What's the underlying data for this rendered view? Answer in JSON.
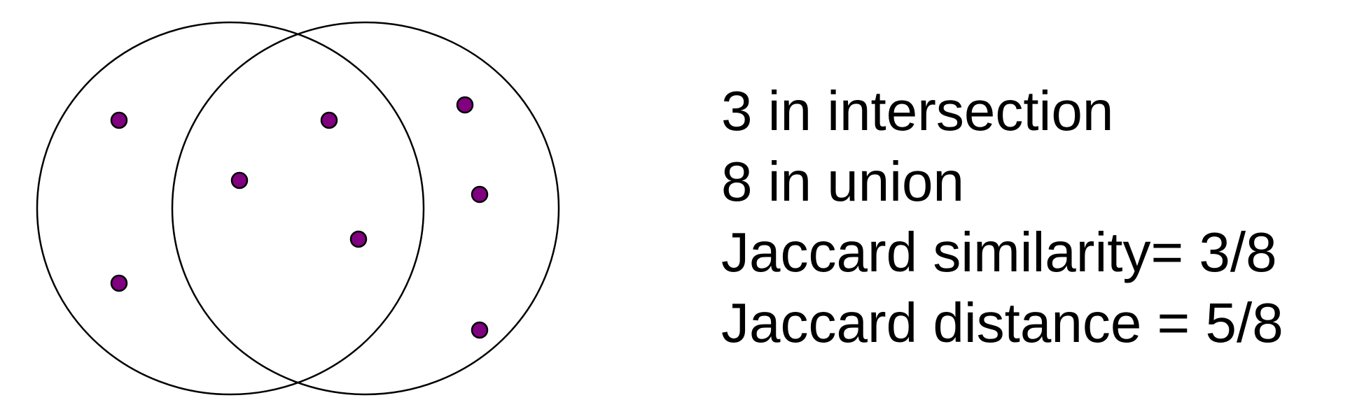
{
  "diagram": {
    "sets": [
      {
        "name": "left-set"
      },
      {
        "name": "right-set"
      }
    ],
    "elements": {
      "left_only": 2,
      "intersection": 3,
      "right_only": 3
    },
    "colors": {
      "dot_fill": "#800080",
      "outline": "#000000",
      "text": "#000000"
    }
  },
  "stats": [
    "3 in intersection",
    "8 in union",
    "Jaccard similarity= 3/8",
    "Jaccard distance = 5/8"
  ]
}
